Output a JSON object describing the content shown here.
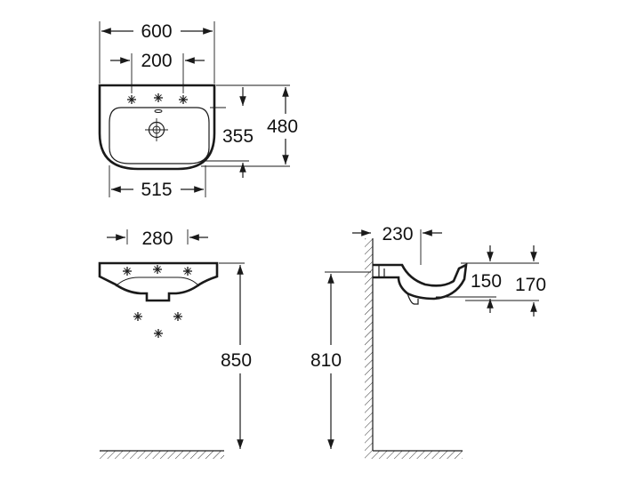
{
  "dims": {
    "width_top": "600",
    "tap_spacing": "200",
    "bowl_depth": "355",
    "depth_total": "480",
    "bowl_width": "515",
    "front_spacing": "280",
    "rim_height": "850",
    "drain_projection": "230",
    "inner_depth": "150",
    "basin_height": "170",
    "drain_height": "810"
  }
}
